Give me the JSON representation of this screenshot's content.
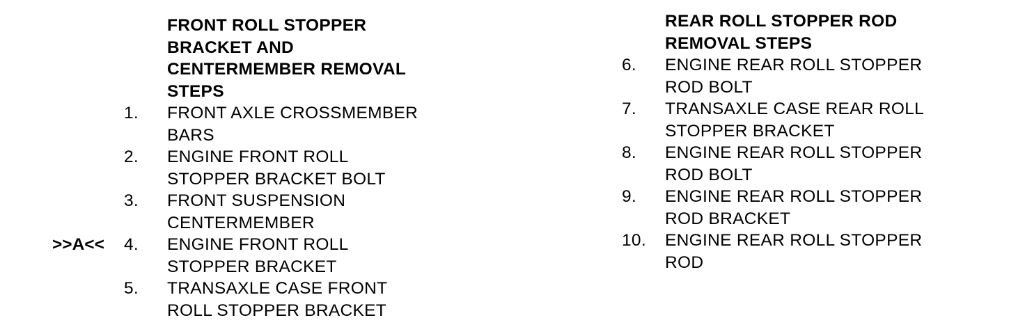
{
  "page": {
    "background_color": "#ffffff",
    "text_color": "#000000"
  },
  "front_section": {
    "heading": "FRONT ROLL STOPPER\nBRACKET AND\nCENTERMEMBER REMOVAL\nSTEPS",
    "items": [
      {
        "marker": "",
        "number": "1.",
        "text": "FRONT AXLE CROSSMEMBER\nBARS"
      },
      {
        "marker": "",
        "number": "2.",
        "text": "ENGINE FRONT ROLL\nSTOPPER BRACKET BOLT"
      },
      {
        "marker": "",
        "number": "3.",
        "text": "FRONT SUSPENSION\nCENTERMEMBER"
      },
      {
        "marker": ">>A<<",
        "number": "4.",
        "text": "ENGINE FRONT ROLL\nSTOPPER BRACKET"
      },
      {
        "marker": "",
        "number": "5.",
        "text": "TRANSAXLE CASE FRONT\nROLL STOPPER BRACKET"
      }
    ]
  },
  "rear_section": {
    "heading": "REAR ROLL STOPPER ROD\nREMOVAL STEPS",
    "items": [
      {
        "number": "6.",
        "text": "ENGINE REAR ROLL STOPPER\nROD BOLT"
      },
      {
        "number": "7.",
        "text": "TRANSAXLE CASE REAR ROLL\nSTOPPER BRACKET"
      },
      {
        "number": "8.",
        "text": "ENGINE REAR ROLL STOPPER\nROD BOLT"
      },
      {
        "number": "9.",
        "text": "ENGINE REAR ROLL STOPPER\nROD BRACKET"
      },
      {
        "number": "10.",
        "text": "ENGINE REAR ROLL STOPPER\nROD"
      }
    ]
  }
}
